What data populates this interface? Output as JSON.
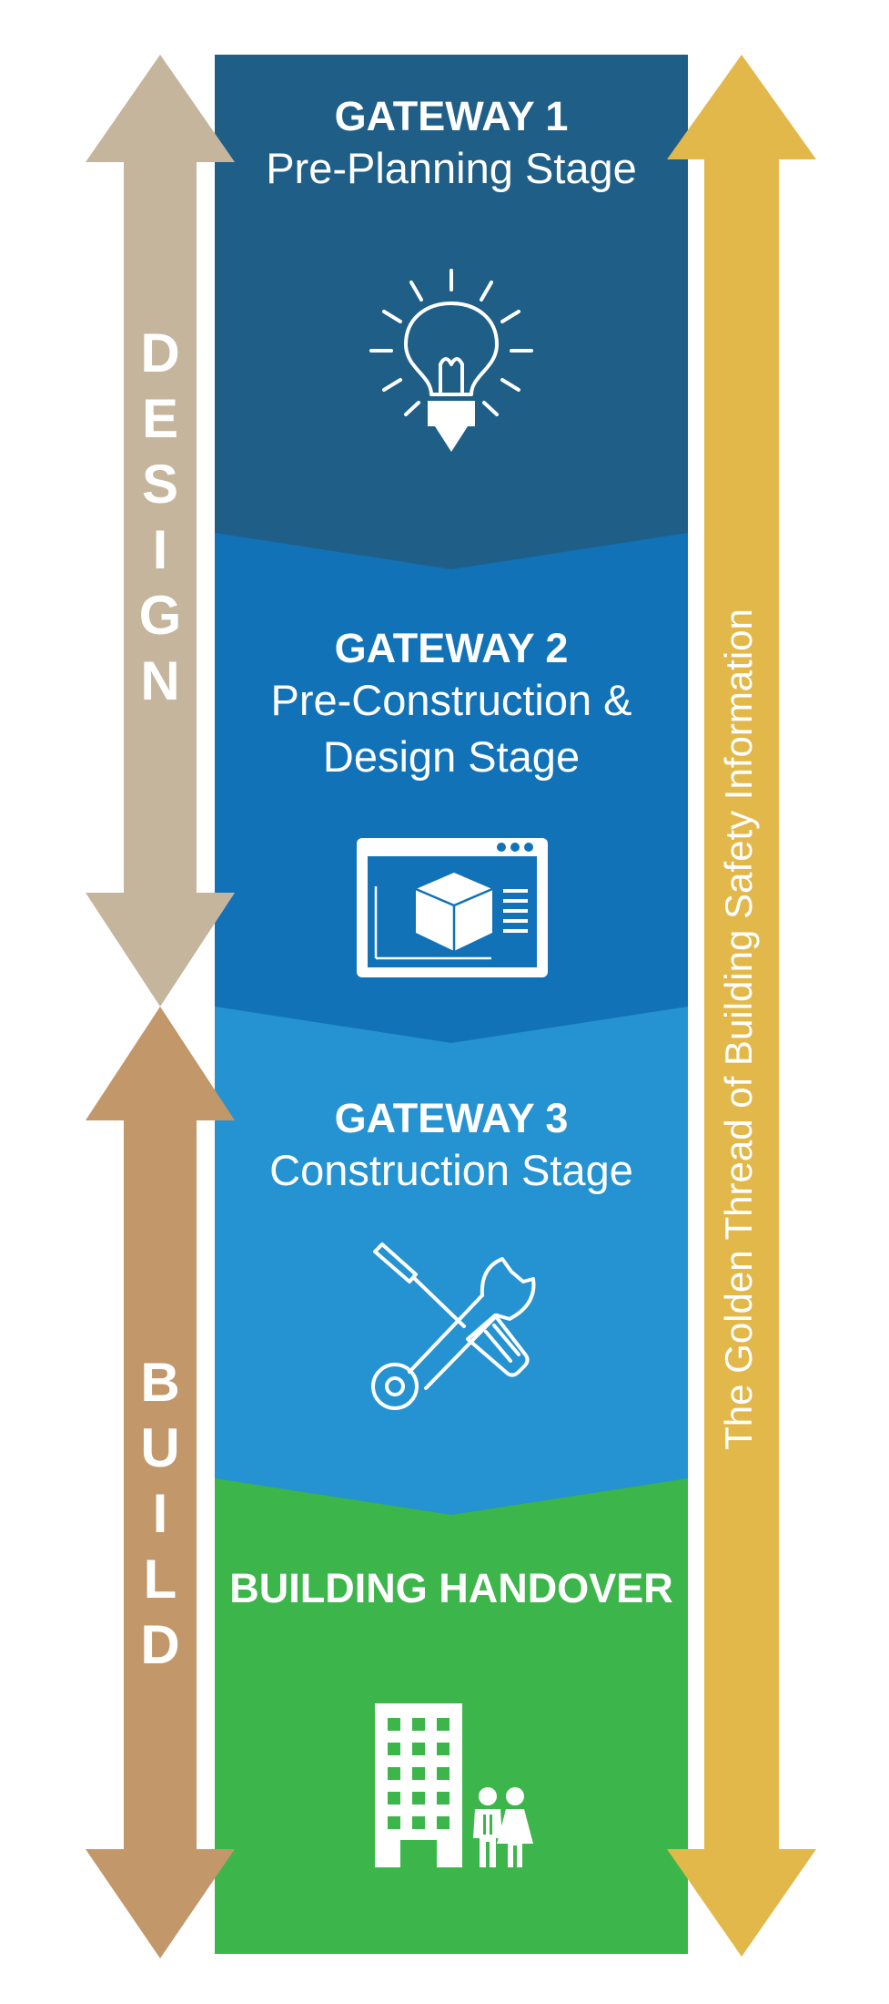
{
  "colors": {
    "gateway1": "#1f5f87",
    "gateway2": "#1172b8",
    "gateway3": "#2593d1",
    "handover": "#3cb54a",
    "design_arrow": "#c4b59c",
    "build_arrow": "#c2976a",
    "golden_arrow": "#e3b84a"
  },
  "gateways": [
    {
      "title": "GATEWAY 1",
      "subtitle_lines": [
        "Pre-Planning Stage"
      ],
      "icon": "lightbulb-icon"
    },
    {
      "title": "GATEWAY 2",
      "subtitle_lines": [
        "Pre-Construction &",
        "Design Stage"
      ],
      "icon": "3d-model-window-icon"
    },
    {
      "title": "GATEWAY 3",
      "subtitle_lines": [
        "Construction Stage"
      ],
      "icon": "tools-icon"
    }
  ],
  "handover": {
    "title": "BUILDING HANDOVER",
    "icon": "building-people-icon"
  },
  "side_labels": {
    "design": [
      "D",
      "E",
      "S",
      "I",
      "G",
      "N"
    ],
    "build": [
      "B",
      "U",
      "I",
      "L",
      "D"
    ]
  },
  "golden_thread_label": "The Golden Thread of Building Safety Information"
}
